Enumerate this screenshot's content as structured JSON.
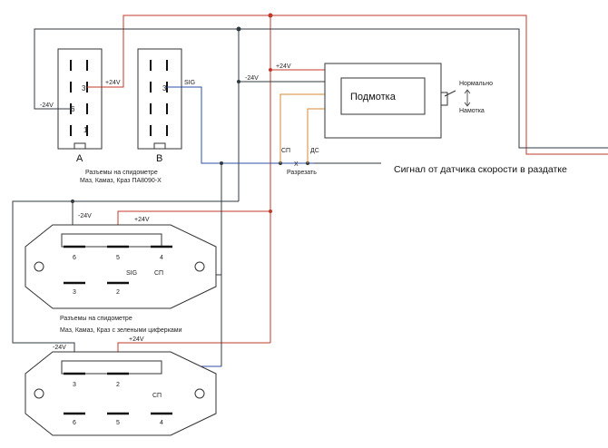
{
  "colors": {
    "red": "#c0392b",
    "dark": "#2f3a40",
    "blue": "#2c4fa8",
    "orange": "#d9893a"
  },
  "connectorA": {
    "name": "A",
    "pin3": "3",
    "pin6": "6",
    "pin1": "1"
  },
  "connectorB": {
    "name": "B",
    "pin3": "3"
  },
  "caption1": [
    "Разъемы на спидометре",
    "Маз, Камаз, Краз ПА8090-Х"
  ],
  "caption2": "Разъемы на спидометре",
  "caption3": "Маз, Камаз, Краз с зелеными циферками",
  "module": {
    "title": "Подмотка",
    "normal": "Нормально",
    "wind": "Намотка"
  },
  "labels": {
    "plus24": "+24V",
    "minus24": "-24V",
    "sig": "SIG",
    "sp": "СП",
    "ds": "ДС",
    "cut": "Разрезать",
    "x": "X",
    "sensor": "Сигнал от датчика скорости в раздатке"
  },
  "mid": {
    "p6": "6",
    "p5": "5",
    "p4": "4",
    "p3": "3",
    "p2": "2"
  },
  "bot": {
    "p3": "3",
    "p2": "2",
    "p6": "6",
    "p5": "5",
    "p4": "4"
  }
}
